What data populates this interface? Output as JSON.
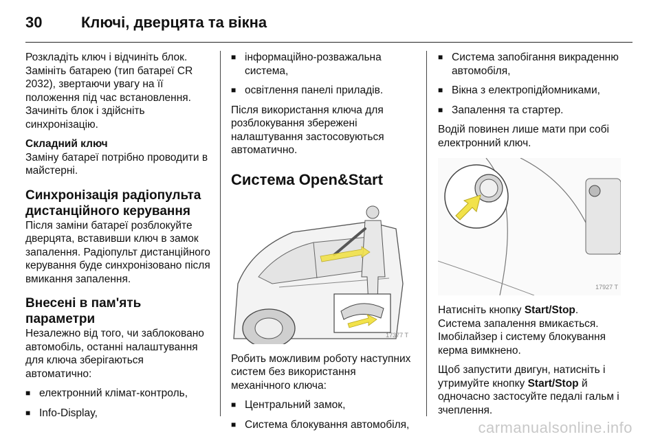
{
  "header": {
    "page_number": "30",
    "title": "Ключі, дверцята та вікна"
  },
  "col1": {
    "intro": "Розкладіть ключ і відчиніть блок. Замініть батарею (тип батареї CR 2032), звертаючи увагу на її положення під час встановлення. Зачиніть блок і здійсніть синхронізацію.",
    "complex_key_heading": "Складний ключ",
    "complex_key_text": "Заміну батареї потрібно проводити в майстерні.",
    "sync_heading": "Синхронізація радіопульта дистанційного керування",
    "sync_text": "Після заміни батареї розблокуйте дверцята, вставивши ключ в замок запалення. Радіопульт дистанційного керування буде синхронізовано після вмикання запалення.",
    "saved_heading": "Внесені в пам'ять параметри",
    "saved_text": "Незалежно від того, чи заблоковано автомобіль, останні налаштування для ключа зберігаються автоматично:",
    "saved_items": [
      "електронний клімат-контроль,",
      "Info-Display,"
    ]
  },
  "col2": {
    "items_cont": [
      "інформаційно-розважальна система,",
      "освітлення панелі приладів."
    ],
    "after_unlock": "Після використання ключа для розблокування збережені налаштування застосовуються автоматично.",
    "open_start_heading": "Система Open&Start",
    "figure_code": "17377 T",
    "possible_text": "Робить можливим роботу наступних систем без використання механічного ключа:",
    "systems": [
      "Центральний замок,",
      "Система блокування автомобіля,"
    ]
  },
  "col3": {
    "systems_cont": [
      "Система запобігання викраденню автомобіля,",
      "Вікна з електропідйомниками,",
      "Запалення та стартер."
    ],
    "driver_text": "Водій повинен лише мати при собі електронний ключ.",
    "figure_code": "17927 T",
    "press_prefix": "Натисніть кнопку ",
    "press_button": "Start/Stop",
    "press_suffix": ".",
    "ignition_text": "Система запалення вмикається. Імобілайзер і систему блокування керма вимкнено.",
    "start_prefix": "Щоб запустити двигун, натисніть і утримуйте кнопку ",
    "start_button": "Start/Stop",
    "start_suffix": " й одночасно застосуйте педалі гальм і зчеплення."
  },
  "watermark": "carmanualsonline.info",
  "colors": {
    "text": "#111111",
    "arrow_yellow": "#f2e24a",
    "rule": "#222222"
  },
  "icons": [
    "bullet-square-icon",
    "arrow-icon"
  ]
}
